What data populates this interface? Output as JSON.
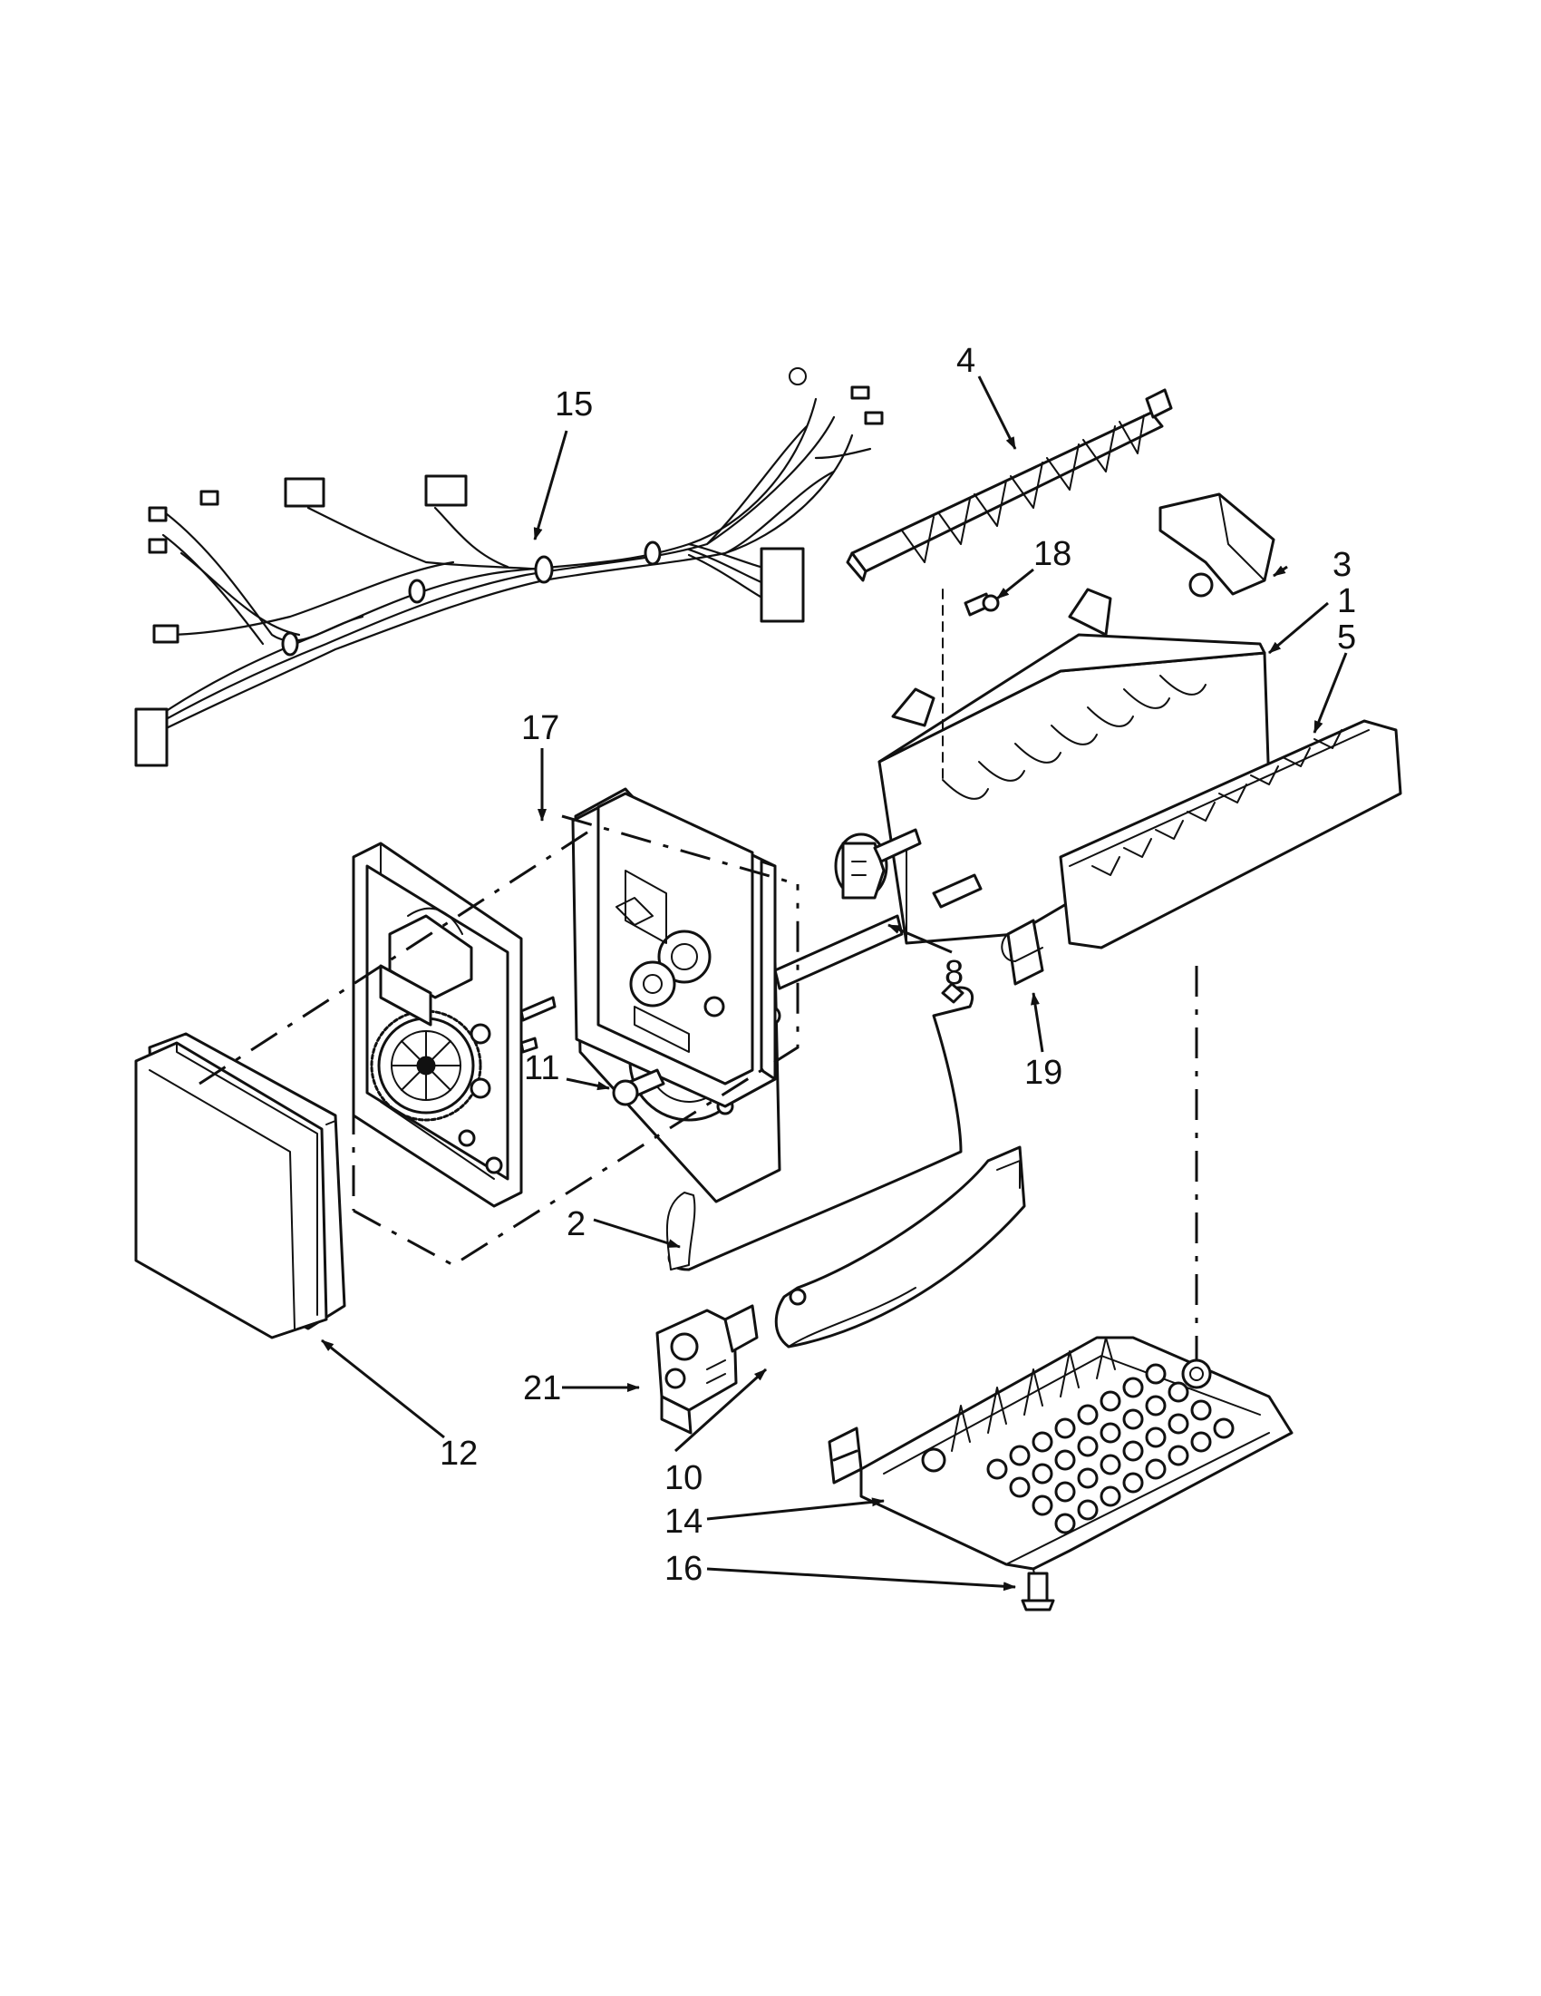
{
  "callouts": {
    "c1": "1",
    "c2": "2",
    "c3": "3",
    "c4": "4",
    "c5": "5",
    "c8": "8",
    "c10": "10",
    "c11": "11",
    "c12": "12",
    "c14": "14",
    "c15": "15",
    "c16": "16",
    "c17": "17",
    "c18": "18",
    "c19": "19",
    "c21": "21"
  }
}
